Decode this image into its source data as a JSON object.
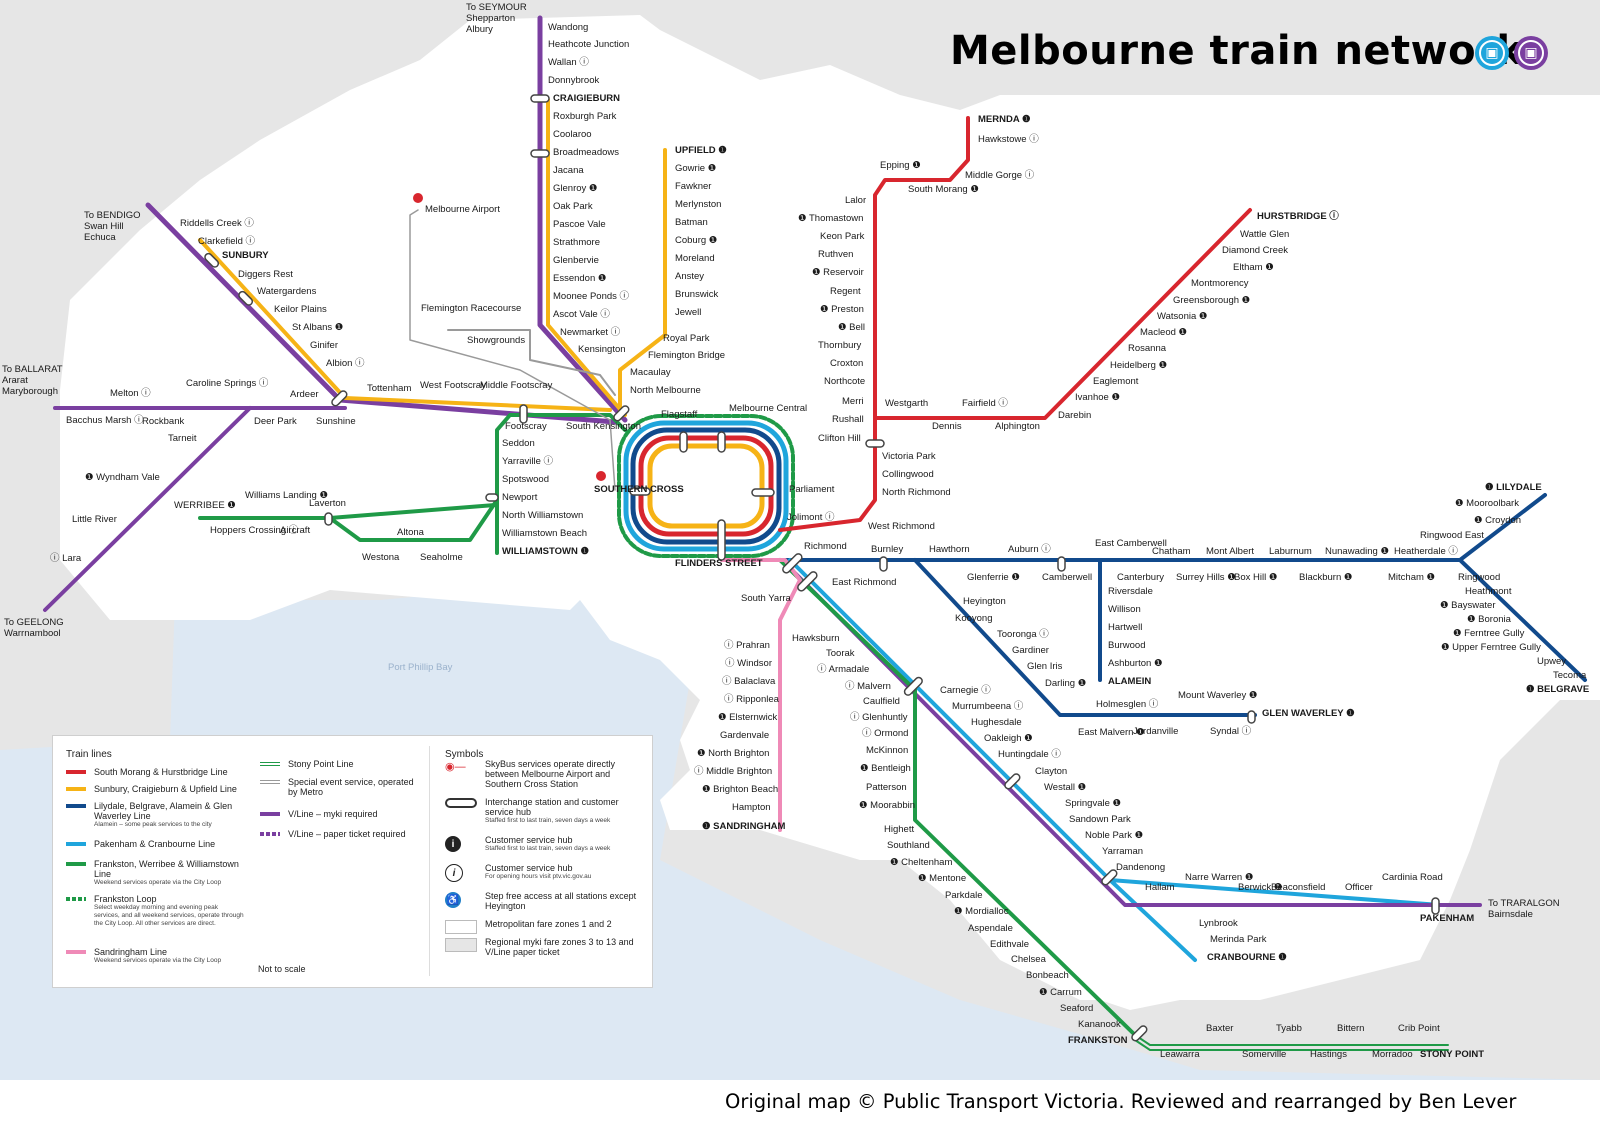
{
  "title": "Melbourne train network",
  "credit": "Original map © Public Transport Victoria. Reviewed and rearranged by Ben Lever",
  "bay_label": "Port Phillip Bay",
  "colors": {
    "red": "#d8262e",
    "yellow": "#f6b316",
    "darkblue": "#114a8c",
    "lightblue": "#1fa5dc",
    "green": "#1f9a47",
    "pink": "#ef8ab7",
    "purple": "#7a3fa0",
    "grey": "#9a9a9a",
    "water": "#dde8f3",
    "land": "#e6e6e6"
  },
  "badges": [
    {
      "name": "metro-train-icon",
      "color": "#1fa5dc"
    },
    {
      "name": "vline-train-icon",
      "color": "#7a3fa0"
    }
  ],
  "external_labels": [
    {
      "id": "seymour",
      "lines": [
        "To SEYMOUR",
        "Shepparton",
        "Albury"
      ]
    },
    {
      "id": "bendigo",
      "lines": [
        "To BENDIGO",
        "Swan Hill",
        "Echuca"
      ]
    },
    {
      "id": "ballarat",
      "lines": [
        "To BALLARAT",
        "Ararat",
        "Maryborough"
      ]
    },
    {
      "id": "geelong",
      "lines": [
        "To GEELONG",
        "Warrnambool"
      ]
    },
    {
      "id": "traralgon",
      "lines": [
        "To TRARALGON",
        "Bairnsdale"
      ]
    }
  ],
  "stations": [
    "Wandong",
    "Heathcote Junction",
    "Wallan ⓘ",
    "Donnybrook",
    "CRAIGIEBURN",
    "Roxburgh Park",
    "Coolaroo",
    "Broadmeadows",
    "Jacana",
    "Glenroy ❶",
    "Oak Park",
    "Pascoe Vale",
    "Strathmore",
    "Glenbervie",
    "Essendon ❶",
    "Moonee Ponds ⓘ",
    "Ascot Vale ⓘ",
    "Newmarket ⓘ",
    "Kensington",
    "UPFIELD ❶",
    "Gowrie ❶",
    "Fawkner",
    "Merlynston",
    "Batman",
    "Coburg ❶",
    "Moreland",
    "Anstey",
    "Brunswick",
    "Jewell",
    "Royal Park",
    "Flemington Bridge",
    "Macaulay",
    "North Melbourne",
    "Riddells Creek ⓘ",
    "Clarkefield ⓘ",
    "SUNBURY",
    "Diggers Rest",
    "Watergardens",
    "Keilor Plains",
    "St Albans ❶",
    "Ginifer",
    "Albion ⓘ",
    "Sunshine",
    "Tottenham",
    "West Footscray",
    "Middle Footscray",
    "Footscray",
    "South Kensington",
    "Ardeer",
    "Deer Park",
    "Caroline Springs ⓘ",
    "Melton ⓘ",
    "Rockbank",
    "Bacchus Marsh ⓘ",
    "Tarneit",
    "❶ Wyndham Vale",
    "Little River",
    "ⓘ Lara",
    "Flemington Racecourse",
    "Showgrounds",
    "Melbourne Airport",
    "Seddon",
    "Yarraville ⓘ",
    "Spotswood",
    "Newport",
    "North Williamstown",
    "Williamstown Beach",
    "WILLIAMSTOWN ❶",
    "WERRIBEE ❶",
    "Williams Landing ❶",
    "Laverton",
    "Hoppers Crossing ⓘ",
    "Aircraft",
    "Altona",
    "Westona",
    "Seaholme",
    "Flagstaff",
    "Melbourne Central",
    "Parliament",
    "SOUTHERN CROSS",
    "FLINDERS STREET",
    "Jolimont ⓘ",
    "Richmond",
    "South Yarra",
    "MERNDA ❶",
    "Hawkstowe ⓘ",
    "Middle Gorge ⓘ",
    "Epping ❶",
    "South Morang ❶",
    "Lalor",
    "❶ Thomastown",
    "Keon Park",
    "Ruthven",
    "❶ Reservoir",
    "Regent",
    "❶ Preston",
    "❶ Bell",
    "Thornbury",
    "Croxton",
    "Northcote",
    "Merri",
    "Rushall",
    "Clifton Hill",
    "Victoria Park",
    "Collingwood",
    "North Richmond",
    "West Richmond",
    "HURSTBRIDGE ⓘ",
    "Wattle Glen",
    "Diamond Creek",
    "Eltham ❶",
    "Montmorency",
    "Greensborough ❶",
    "Watsonia ❶",
    "Macleod ❶",
    "Rosanna",
    "Heidelberg ❶",
    "Eaglemont",
    "Ivanhoe ❶",
    "Darebin",
    "Alphington",
    "Fairfield ⓘ",
    "Dennis",
    "Westgarth",
    "Burnley",
    "Hawthorn",
    "Auburn ⓘ",
    "East Camberwell",
    "Glenferrie ❶",
    "Camberwell",
    "Canterbury",
    "Chatham",
    "Surrey Hills ❶",
    "Mont Albert",
    "Box Hill ❶",
    "Laburnum",
    "Blackburn ❶",
    "Nunawading ❶",
    "Mitcham ❶",
    "Heatherdale ⓘ",
    "Ringwood East",
    "Ringwood",
    "❶ LILYDALE",
    "❶ Mooroolbark",
    "❶ Croydon",
    "Heathmont",
    "❶ Bayswater",
    "❶ Boronia",
    "❶ Ferntree Gully",
    "❶ Upper Ferntree Gully",
    "Upwey",
    "Tecoma",
    "❶ BELGRAVE",
    "Riversdale",
    "Willison",
    "Hartwell",
    "Burwood",
    "Ashburton ❶",
    "ALAMEIN",
    "Heyington",
    "Kooyong",
    "Tooronga ⓘ",
    "Gardiner",
    "Glen Iris",
    "Darling ❶",
    "East Malvern ❶",
    "Holmesglen ⓘ",
    "Jordanville",
    "Mount Waverley ❶",
    "Syndal ⓘ",
    "GLEN WAVERLEY ❶",
    "East Richmond",
    "ⓘ Prahran",
    "ⓘ Windsor",
    "ⓘ Balaclava",
    "ⓘ Ripponlea",
    "❶ Elsternwick",
    "Gardenvale",
    "❶ North Brighton",
    "ⓘ Middle Brighton",
    "❶ Brighton Beach",
    "Hampton",
    "❶ SANDRINGHAM",
    "Hawksburn",
    "Toorak",
    "ⓘ Armadale",
    "ⓘ Malvern",
    "Caulfield",
    "ⓘ Glenhuntly",
    "ⓘ Ormond",
    "McKinnon",
    "❶ Bentleigh",
    "Patterson",
    "❶ Moorabbin",
    "Highett",
    "Southland",
    "❶ Cheltenham",
    "❶ Mentone",
    "Parkdale",
    "❶ Mordialloc",
    "Aspendale",
    "Edithvale",
    "Chelsea",
    "Bonbeach",
    "❶ Carrum",
    "Seaford",
    "Kananook",
    "FRANKSTON",
    "Carnegie ⓘ",
    "Murrumbeena ⓘ",
    "Hughesdale",
    "Oakleigh ❶",
    "Huntingdale ⓘ",
    "Clayton",
    "Westall ❶",
    "Springvale ❶",
    "Sandown Park",
    "Noble Park ❶",
    "Yarraman",
    "Dandenong",
    "Hallam",
    "Narre Warren ❶",
    "Berwick ❶",
    "Beaconsfield",
    "Officer",
    "Cardinia Road",
    "PAKENHAM",
    "Lynbrook",
    "Merinda Park",
    "CRANBOURNE ❶",
    "Leawarra",
    "Baxter",
    "Somerville",
    "Tyabb",
    "Hastings",
    "Bittern",
    "Morradoo",
    "Crib Point",
    "STONY POINT"
  ],
  "legend": {
    "train_lines_heading": "Train lines",
    "symbols_heading": "Symbols",
    "lines": [
      {
        "label": "South Morang & Hurstbridge Line",
        "sub": "",
        "color": "#d8262e",
        "style": "solid"
      },
      {
        "label": "Sunbury, Craigieburn & Upfield Line",
        "sub": "",
        "color": "#f6b316",
        "style": "solid"
      },
      {
        "label": "Lilydale, Belgrave, Alamein & Glen Waverley Line",
        "sub": "Alamein – some peak services to the city",
        "color": "#114a8c",
        "style": "solid"
      },
      {
        "label": "Pakenham & Cranbourne Line",
        "sub": "",
        "color": "#1fa5dc",
        "style": "solid"
      },
      {
        "label": "Frankston, Werribee & Williamstown Line",
        "sub": "Weekend services operate via the City Loop",
        "color": "#1f9a47",
        "style": "solid"
      },
      {
        "label": "Frankston Loop",
        "sub": "Select weekday morning and evening peak services, and all weekend services, operate through the City Loop. All other services are direct.",
        "color": "#1f9a47",
        "style": "dashed"
      },
      {
        "label": "Sandringham Line",
        "sub": "Weekend services operate via the City Loop",
        "color": "#ef8ab7",
        "style": "solid"
      }
    ],
    "lines_col2": [
      {
        "label": "Stony Point Line",
        "color": "#1f9a47",
        "style": "double"
      },
      {
        "label": "Special event service, operated by Metro",
        "color": "#9a9a9a",
        "style": "double"
      },
      {
        "label": "V/Line – myki required",
        "color": "#7a3fa0",
        "style": "solid"
      },
      {
        "label": "V/Line – paper ticket required",
        "color": "#7a3fa0",
        "style": "dashed"
      }
    ],
    "not_to_scale": "Not to scale",
    "symbols": [
      {
        "icon": "skybus-icon",
        "label": "SkyBus services operate directly between Melbourne Airport and Southern Cross Station",
        "sub": ""
      },
      {
        "icon": "interchange-icon",
        "label": "Interchange station and customer service hub",
        "sub": "Staffed first to last train, seven days a week"
      },
      {
        "icon": "customer-service-hub-icon",
        "label": "Customer service hub",
        "sub": "Staffed first to last train, seven days a week"
      },
      {
        "icon": "customer-service-info-icon",
        "label": "Customer service hub",
        "sub": "For opening hours visit ptv.vic.gov.au"
      },
      {
        "icon": "accessibility-icon",
        "label": "Step free access at all stations except Heyington",
        "sub": ""
      },
      {
        "icon": "zone-1-2-icon",
        "label": "Metropolitan fare zones 1 and 2",
        "sub": ""
      },
      {
        "icon": "zone-regional-icon",
        "label": "Regional myki fare zones 3 to 13 and V/Line paper ticket",
        "sub": ""
      }
    ]
  }
}
